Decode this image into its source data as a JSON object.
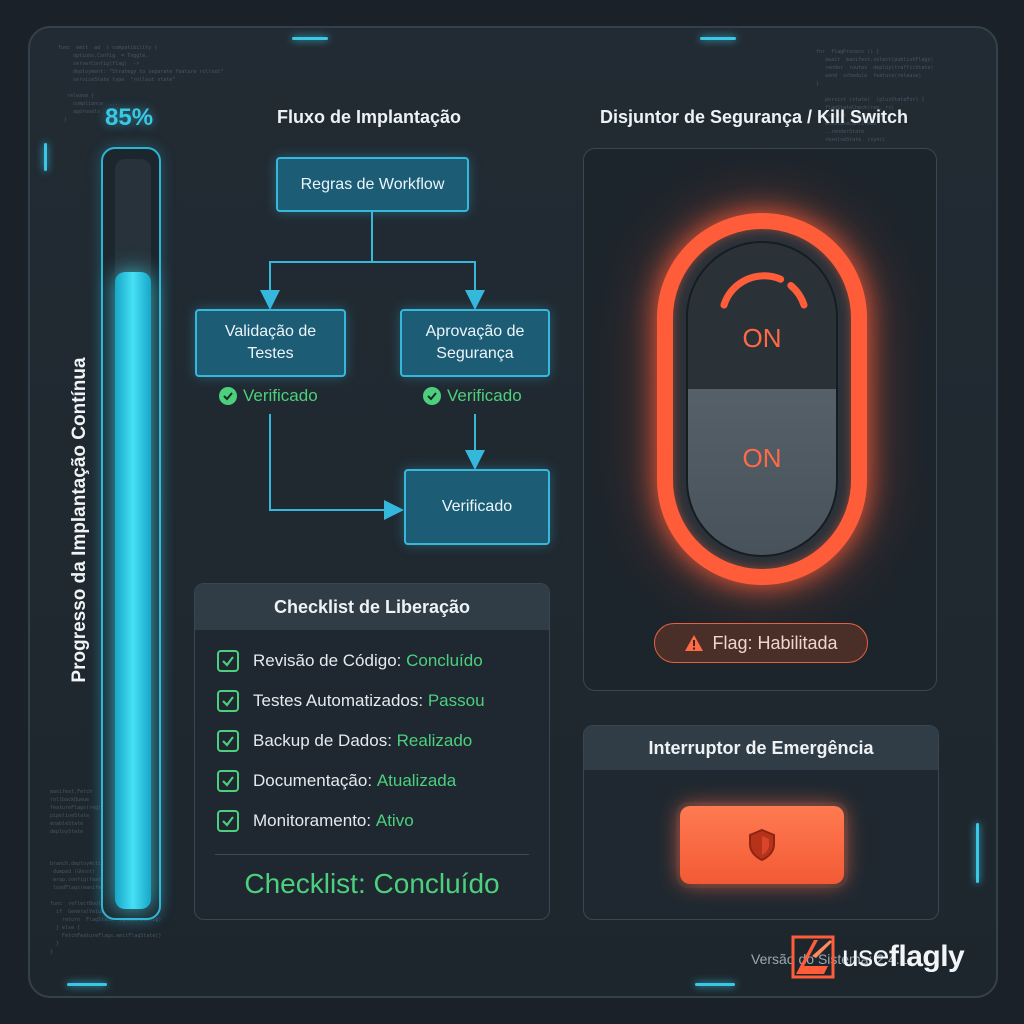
{
  "progress": {
    "percent_label": "85%",
    "value": 0.85,
    "vertical_label": "Progresso da Implantação Contínua"
  },
  "workflow": {
    "title": "Fluxo de Implantação",
    "root": "Regras de Workflow",
    "left_node": "Validação de Testes",
    "right_node": "Aprovação de Segurança",
    "left_status": "Verificado",
    "right_status": "Verificado",
    "final_node": "Verificado"
  },
  "checklist": {
    "title": "Checklist de Liberação",
    "items": [
      {
        "label": "Revisão de Código:",
        "status": "Concluído"
      },
      {
        "label": "Testes Automatizados:",
        "status": "Passou"
      },
      {
        "label": "Backup de Dados:",
        "status": "Realizado"
      },
      {
        "label": "Documentação:",
        "status": "Atualizada"
      },
      {
        "label": "Monitoramento:",
        "status": "Ativo"
      }
    ],
    "summary": "Checklist: Concluído"
  },
  "kill_switch": {
    "title": "Disjuntor de Segurança / Kill Switch",
    "top_label": "ON",
    "bottom_label": "ON",
    "flag_badge": "Flag: Habilitada"
  },
  "emergency": {
    "title": "Interruptor de Emergência"
  },
  "footer": {
    "version": "Versão do Sistema: 2.4.1",
    "brand_prefix": "use",
    "brand_suffix": "flagly"
  },
  "colors": {
    "accent_cyan": "#39c8e6",
    "success_green": "#4cd07d",
    "danger_orange": "#ff5d3a",
    "background": "#1a2128"
  },
  "icons": [
    "check-circle-icon",
    "checkbox-icon",
    "warning-triangle-icon",
    "shield-icon",
    "brand-logo-icon"
  ]
}
